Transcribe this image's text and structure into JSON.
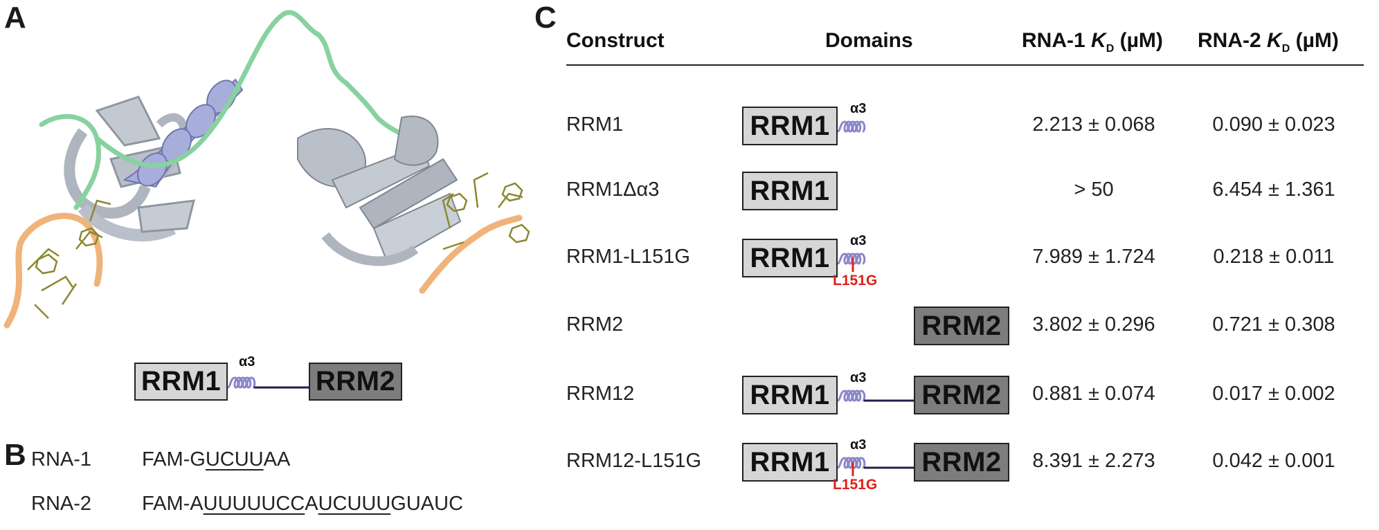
{
  "panel_labels": {
    "a": "A",
    "b": "B",
    "c": "C"
  },
  "colors": {
    "rrm1_box": "#d6d6d6",
    "rrm2_box": "#7d7d7d",
    "helix": "#8a86c8",
    "linker": "#1f1f4a",
    "mutation": "#e0201a",
    "ribbon_gray": "#b9c0ca",
    "ribbon_blue": "#a7aedc",
    "ribbon_green": "#88d2a0",
    "rna_backbone": "#f0b37a",
    "rna_bases": "#b5b05a"
  },
  "schematic": {
    "rrm1_label": "RRM1",
    "rrm2_label": "RRM2",
    "alpha_label": "α3",
    "mutation_label": "L151G"
  },
  "rna": [
    {
      "name": "RNA-1",
      "prefix": "FAM-G",
      "segments": [
        {
          "text": "UCUU",
          "underline": true
        },
        {
          "text": "AA",
          "underline": false
        }
      ]
    },
    {
      "name": "RNA-2",
      "prefix": "FAM-A",
      "segments": [
        {
          "text": "UUUUUCC",
          "underline": true
        },
        {
          "text": "A",
          "underline": false
        },
        {
          "text": "UCUUU",
          "underline": true
        },
        {
          "text": "GUAUC",
          "underline": false
        }
      ]
    }
  ],
  "table": {
    "headers": {
      "construct": "Construct",
      "domains": "Domains",
      "rna1_pre": "RNA-1 ",
      "rna1_k": "K",
      "rna1_sub": "D",
      "rna1_post": " (µM)",
      "rna2_pre": "RNA-2 ",
      "rna2_k": "K",
      "rna2_sub": "D",
      "rna2_post": " (µM)"
    },
    "rows": [
      {
        "construct": "RRM1",
        "rna1": "2.213 ± 0.068",
        "rna2": "0.090 ± 0.023"
      },
      {
        "construct": "RRM1Δα3",
        "rna1": "> 50",
        "rna2": "6.454 ± 1.361"
      },
      {
        "construct": "RRM1-L151G",
        "rna1": "7.989 ± 1.724",
        "rna2": "0.218 ± 0.011"
      },
      {
        "construct": "RRM2",
        "rna1": "3.802 ± 0.296",
        "rna2": "0.721 ± 0.308"
      },
      {
        "construct": "RRM12",
        "rna1": "0.881 ± 0.074",
        "rna2": "0.017 ± 0.002"
      },
      {
        "construct": "RRM12-L151G",
        "rna1": "8.391 ± 2.273",
        "rna2": "0.042 ± 0.001"
      }
    ]
  }
}
